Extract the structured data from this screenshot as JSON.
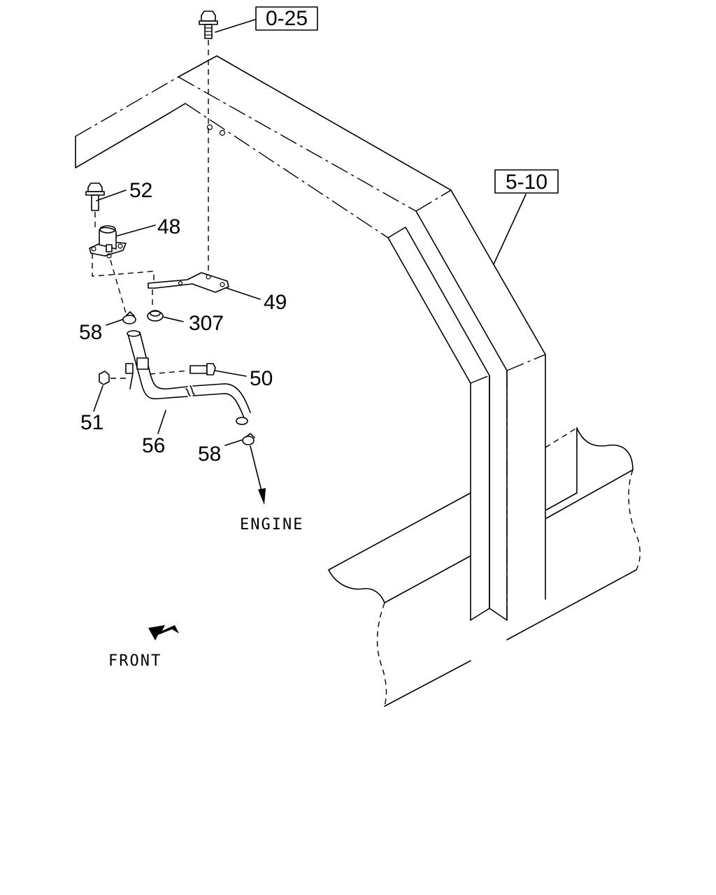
{
  "refs": {
    "ref_top": "0-25",
    "ref_frame": "5-10"
  },
  "parts": {
    "p52": "52",
    "p48": "48",
    "p49": "49",
    "p307": "307",
    "p58a": "58",
    "p50": "50",
    "p51": "51",
    "p56": "56",
    "p58b": "58"
  },
  "notes": {
    "engine": "ENGINE",
    "front": "FRONT"
  }
}
